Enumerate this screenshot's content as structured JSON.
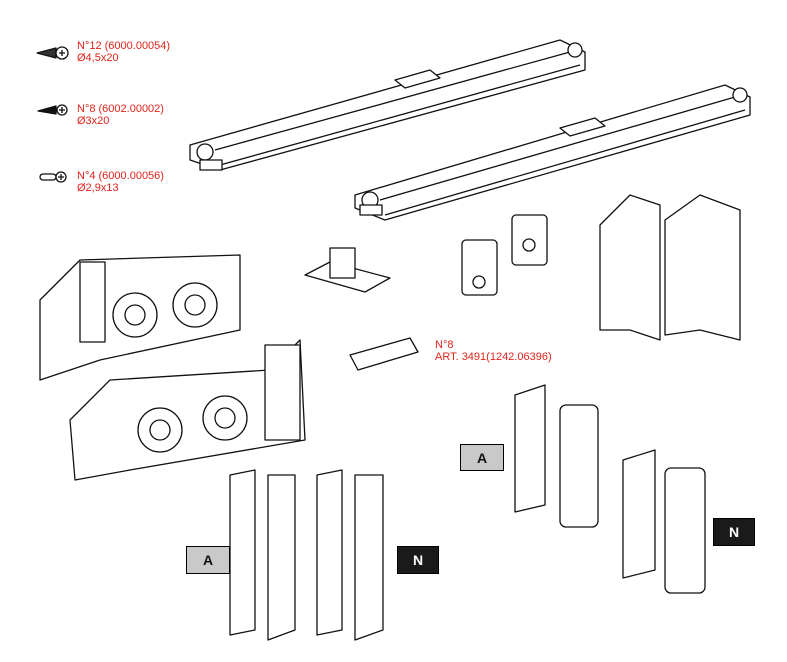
{
  "screws": [
    {
      "line1": "N°12 (6000.00054)",
      "line2": "Ø4,5x20"
    },
    {
      "line1": "N°8 (6002.00002)",
      "line2": "Ø3x20"
    },
    {
      "line1": "N°4 (6000.00056)",
      "line2": "Ø2,9x13"
    }
  ],
  "clip_label": {
    "line1": "N°8",
    "line2": "ART. 3491(1242.06396)"
  },
  "badges": {
    "a": "A",
    "n": "N"
  },
  "colors": {
    "label_red": "#e2231a",
    "badge_a": "#c9c9c9",
    "badge_n": "#1a1a1a"
  }
}
